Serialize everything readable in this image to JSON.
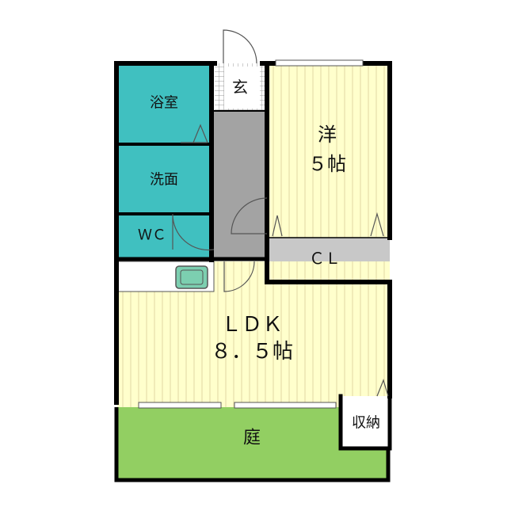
{
  "rooms": {
    "bath": {
      "label": "浴室"
    },
    "washroom": {
      "label": "洗面"
    },
    "toilet": {
      "label": "ＷＣ"
    },
    "entrance": {
      "label": "玄"
    },
    "western_room": {
      "name": "洋",
      "size": "５帖"
    },
    "closet": {
      "label": "ＣＬ"
    },
    "ldk": {
      "name": "ＬＤＫ",
      "size": "８．５帖"
    },
    "storage": {
      "label": "収納"
    },
    "garden": {
      "label": "庭"
    }
  },
  "colors": {
    "wall": "#000000",
    "wet_area": "#40c0c0",
    "wood_floor": "#ffffcc",
    "wood_lines": "#e0d7a4",
    "closet": "#c8c8c8",
    "corridor": "#a3a3a3",
    "garden": "#92cf62",
    "kitchen_sink": "#7ccfb0",
    "fixture_line": "#555555"
  }
}
